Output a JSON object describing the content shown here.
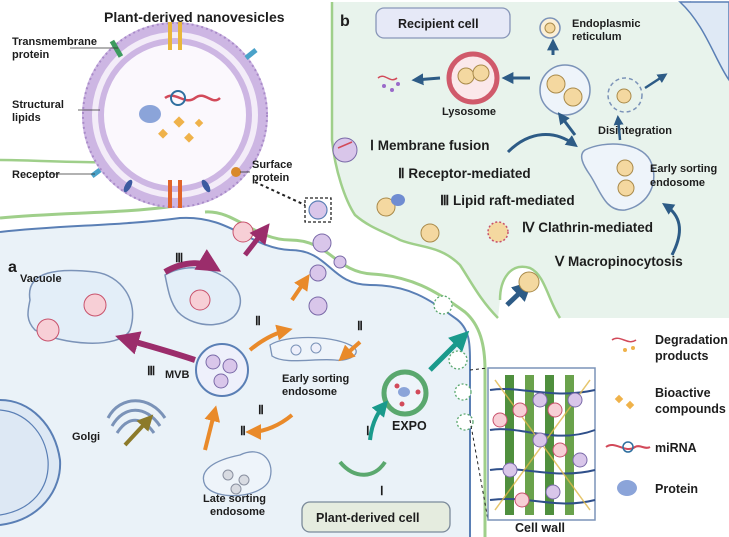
{
  "panel_a": {
    "letter": "a",
    "cell_label": "Plant-derived cell",
    "labels": {
      "vacuole": "Vacuole",
      "mvb": "MVB",
      "golgi": "Golgi",
      "early_sorting_l1": "Early sorting",
      "early_sorting_l2": "endosome",
      "late_sorting_l1": "Late sorting",
      "late_sorting_l2": "endosome",
      "expo": "EXPO",
      "cell_wall": "Cell wall"
    },
    "pathways": {
      "p1": "Ⅰ",
      "p2": "Ⅱ",
      "p3": "Ⅲ"
    }
  },
  "nanovesicle": {
    "title": "Plant-derived nanovesicles",
    "labels": {
      "transmembrane_l1": "Transmembrane",
      "transmembrane_l2": "protein",
      "structural_l1": "Structural",
      "structural_l2": "lipids",
      "receptor": "Receptor",
      "surface_l1": "Surface",
      "surface_l2": "protein"
    }
  },
  "panel_b": {
    "letter": "b",
    "cell_label": "Recipient cell",
    "labels": {
      "er_l1": "Endoplasmic",
      "er_l2": "reticulum",
      "lysosome": "Lysosome",
      "disintegration": "Disintegration",
      "early_sorting_l1": "Early sorting",
      "early_sorting_l2": "endosome"
    },
    "uptake": {
      "m1": "Ⅰ Membrane fusion",
      "m2": "Ⅱ Receptor-mediated",
      "m3": "Ⅲ Lipid raft-mediated",
      "m4": "Ⅳ Clathrin-mediated",
      "m5": "Ⅴ Macropinocytosis"
    }
  },
  "legend": {
    "degradation_l1": "Degradation",
    "degradation_l2": "products",
    "bioactive_l1": "Bioactive",
    "bioactive_l2": "compounds",
    "mirna": "miRNA",
    "protein": "Protein"
  },
  "colors": {
    "recipient_bg": "#e8f3ec",
    "plant_bg": "#eaf2f8",
    "membrane_blue": "#5a7fb5",
    "membrane_green": "#9fcf8a",
    "arrow_magenta": "#9b2d6b",
    "arrow_orange": "#e98a2a",
    "arrow_teal": "#1a9a8c",
    "arrow_olive": "#8c7a2a",
    "arrow_navy": "#2d5b86",
    "vesicle_lilac": "#d9c6ea",
    "vesicle_pink": "#f7cfd6",
    "vesicle_yellow": "#f4d8a0"
  }
}
